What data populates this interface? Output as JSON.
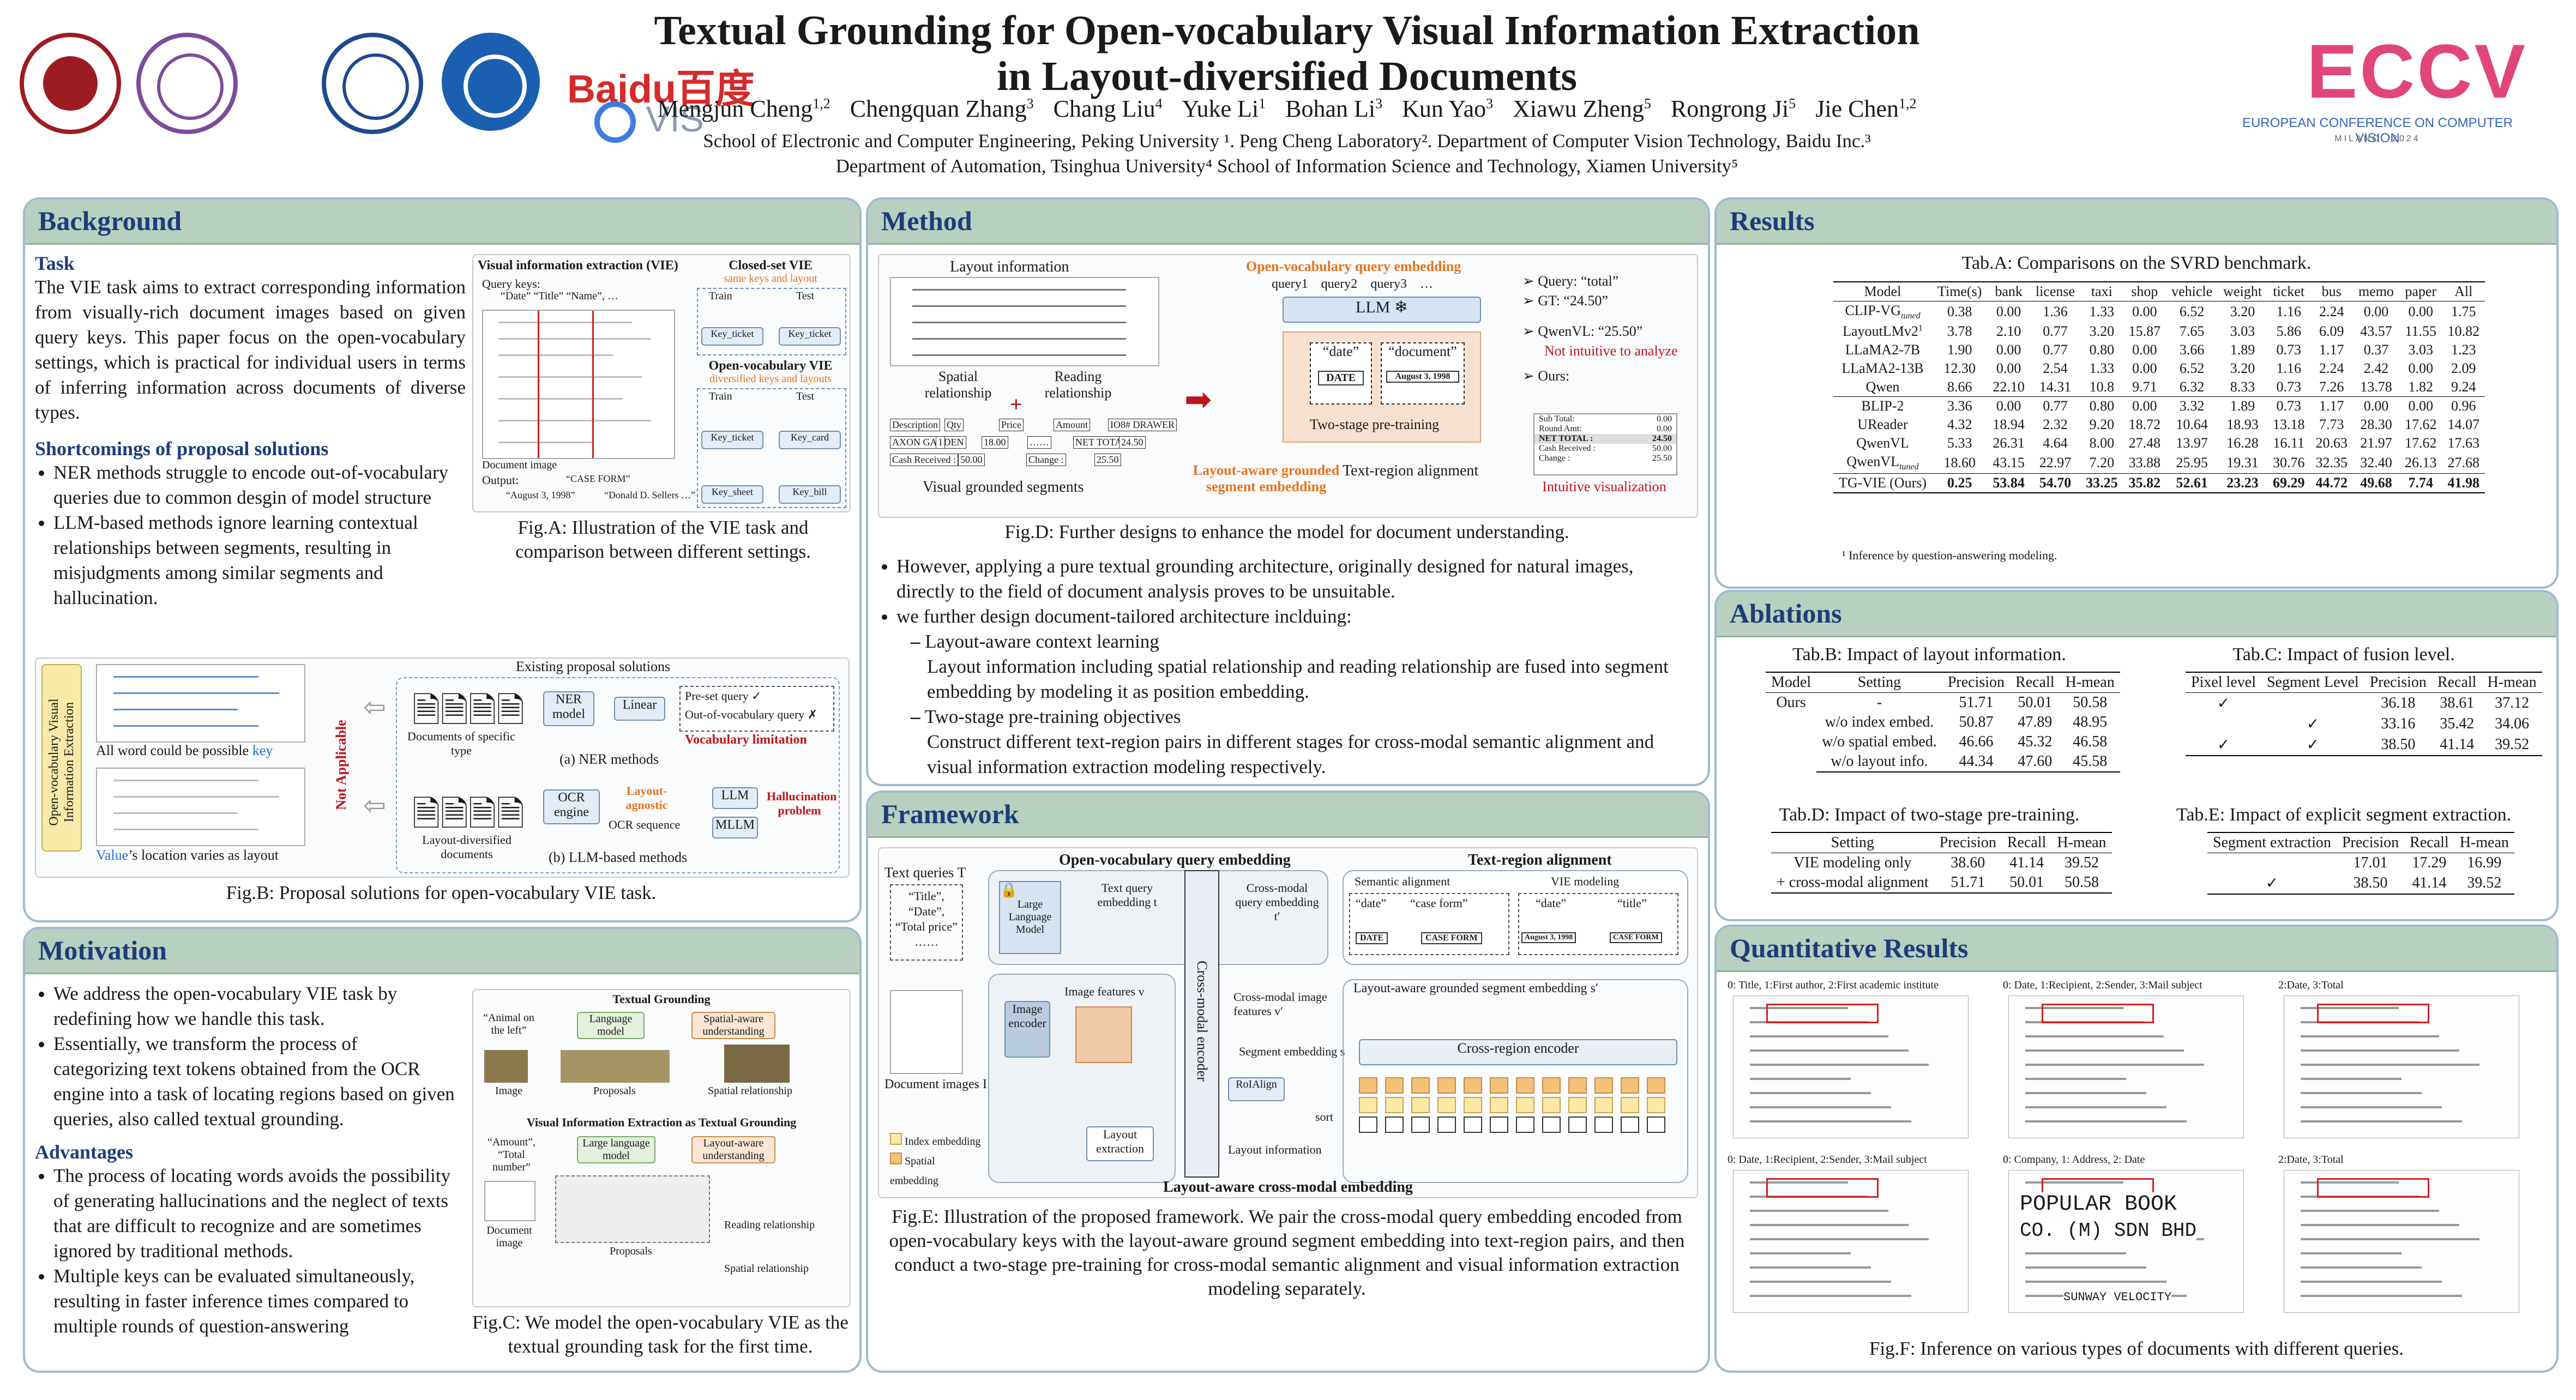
{
  "header": {
    "title_line1": "Textual Grounding for Open-vocabulary Visual Information Extraction",
    "title_line2": "in Layout-diversified Documents",
    "authors": [
      {
        "name": "Mengjun Cheng",
        "sup": "1,2"
      },
      {
        "name": "Chengquan Zhang",
        "sup": "3"
      },
      {
        "name": "Chang Liu",
        "sup": "4"
      },
      {
        "name": "Yuke Li",
        "sup": "1"
      },
      {
        "name": "Bohan Li",
        "sup": "3"
      },
      {
        "name": "Kun Yao",
        "sup": "3"
      },
      {
        "name": "Xiawu Zheng",
        "sup": "5"
      },
      {
        "name": "Rongrong Ji",
        "sup": "5"
      },
      {
        "name": "Jie Chen",
        "sup": "1,2"
      }
    ],
    "affil_line1": "School of Electronic and Computer Engineering, Peking University ¹.     Peng Cheng Laboratory².     Department of Computer Vision Technology, Baidu Inc.³",
    "affil_line2": "Department of Automation, Tsinghua University⁴     School of Information Science and Technology, Xiamen University⁵",
    "logo_baidu": "Baidu百度",
    "logo_vis": "VIS",
    "eccv_name": "ECCV",
    "eccv_sub": "EUROPEAN CONFERENCE ON COMPUTER VISION",
    "eccv_city": "MILANO",
    "eccv_year": "2024"
  },
  "background": {
    "heading": "Background",
    "task_title": "Task",
    "task_text": "The VIE task aims to extract corresponding information from visually-rich document images based on given query keys. This paper focus on the open-vocabulary settings, which is practical for individual users in terms of inferring information across documents of diverse types.",
    "short_title": "Shortcomings of proposal solutions",
    "bullets": [
      "NER methods struggle to encode out-of-vocabulary queries due to common desgin of model structure",
      "LLM-based methods ignore learning contextual relationships between segments, resulting in misjudgments among similar segments and hallucination."
    ],
    "figA": {
      "vie_title": "Visual information extraction (VIE)",
      "query_keys": "Query keys:",
      "keys": "“Date”     “Title”   “Name”, …",
      "doc_label": "Document image",
      "output": "Output:",
      "out1": "“CASE FORM”",
      "out2": "“August 3, 1998”",
      "out3": "“Donald D. Sellers …”",
      "closed_title": "Closed-set VIE",
      "closed_sub": "same keys and layout",
      "open_title": "Open-vocabulary VIE",
      "open_sub": "diversified keys and layouts",
      "train": "Train",
      "test": "Test",
      "k1": "Key_ticket",
      "k2": "Key_ticket",
      "k3": "Key_ticket",
      "k4": "Key_card",
      "k5": "Key_sheet",
      "k6": "Key_bill",
      "caption": "Fig.A: Illustration of the VIE task and comparison between different settings."
    },
    "figB": {
      "side_label": "Open-vocabulary Visual Information Extraction",
      "word_key_a": "All word could be possible ",
      "word_key_b": "key",
      "value_loc_a": "Value",
      "value_loc_b": "’s location varies as layout",
      "not_applicable": "Not Applicable",
      "existing": "Existing proposal solutions",
      "docs_specific": "Documents of specific type",
      "ner_model": "NER model",
      "linear": "Linear",
      "preset": "Pre-set query",
      "oov": "Out-of-vocabulary query",
      "vocab_limit": "Vocabulary limitation",
      "ner_methods": "(a) NER methods",
      "ocr_engine": "OCR engine",
      "layout_agnostic": "Layout-agnostic",
      "ocr_seq": "OCR sequence",
      "llm": "LLM",
      "mllm": "MLLM",
      "halluc": "Hallucination problem",
      "layout_docs": "Layout-diversified documents",
      "llm_methods": "(b) LLM-based methods",
      "caption": "Fig.B: Proposal solutions for open-vocabulary VIE task."
    }
  },
  "motivation": {
    "heading": "Motivation",
    "bullets": [
      "We address the open-vocabulary VIE task by redefining how we handle this task.",
      "Essentially, we transform the process of categorizing text tokens obtained from the OCR engine into a task of locating regions based on given queries, also called textual grounding."
    ],
    "adv_title": "Advantages",
    "adv_bullets": [
      "The process of locating words avoids the possibility of generating hallucinations and the neglect of texts that are difficult to recognize and are sometimes ignored by traditional methods.",
      "Multiple keys can be evaluated simultaneously, resulting in faster inference times compared to multiple rounds of question-answering"
    ],
    "figC": {
      "tg_title": "Textual Grounding",
      "animal": "“Animal on the left”",
      "lang_model": "Language model",
      "spatial_aware": "Spatial-aware understanding",
      "image": "Image",
      "proposals": "Proposals",
      "spatial_rel": "Spatial relationship",
      "vie_tg_title": "Visual Information Extraction as Textual Grounding",
      "amount": "“Amount”, “Total number”",
      "llm": "Large language model",
      "layout_aware": "Layout-aware understanding",
      "doc_image": "Document image",
      "proposals2": "Proposals",
      "reading_rel": "Reading relationship",
      "spatial_rel2": "Spatial relationship",
      "caption": "Fig.C: We model the open-vocabulary VIE as the textual grounding task for the first time."
    }
  },
  "method": {
    "heading": "Method",
    "figD": {
      "layout_info": "Layout information",
      "spatial_rel": "Spatial relationship",
      "reading_rel": "Reading relationship",
      "visual_segments": "Visual grounded segments",
      "oq_emb": "Open-vocabulary query embedding",
      "queries": [
        "query1",
        "query2",
        "query3",
        "…"
      ],
      "llm": "LLM",
      "date_q": "“date”",
      "doc_q": "“document”",
      "date_tag": "DATE",
      "date_val": "August 3, 1998",
      "layout_aware": "Layout-aware grounded segment embedding",
      "two_stage": "Two-stage pre-training",
      "text_align": "Text-region alignment",
      "q_total": "Query: “total”",
      "gt": "GT: “24.50”",
      "qwen": "QwenVL: “25.50”",
      "not_intuitive": "Not intuitive to analyze",
      "ours": "Ours:",
      "intuitive": "Intuitive visualization",
      "receipt_vals": [
        "Sub Total:",
        "Round Amt:",
        "NET TOTAL :",
        "Cash Received :",
        "Change :"
      ],
      "receipt_nums": [
        "0.00",
        "0.00",
        "24.50",
        "50.00",
        "25.50"
      ],
      "seg_cells": [
        "Description",
        "Qty",
        "Price",
        "Amount",
        "IO8# DRAWER",
        "AXON GARDEN",
        "1",
        "18.00",
        "……",
        "NET TOTAL :",
        "24.50",
        "Cash Received :",
        "50.00",
        "Change :",
        "25.50"
      ],
      "caption": "Fig.D: Further designs to enhance the model for document understanding."
    },
    "bullets": [
      "However, applying a pure textual grounding architecture, originally designed for natural images, directly to the field of document analysis proves to be unsuitable.",
      "we further design document-tailored architecture inclduing:"
    ],
    "sub_items": [
      {
        "title": "Layout-aware context learning",
        "text": "Layout information including spatial relationship and reading relationship are fused into segment embedding by modeling it as position embedding."
      },
      {
        "title": "Two-stage pre-training objectives",
        "text": "Construct different text-region pairs in different stages for cross-modal semantic alignment and visual information extraction modeling respectively."
      }
    ]
  },
  "framework": {
    "heading": "Framework",
    "figE": {
      "text_queries": "Text queries T",
      "q_list": [
        "“Title”,",
        "“Date”,",
        "“Total price”",
        "……"
      ],
      "oq_emb": "Open-vocabulary query embedding",
      "llm": "Large Language Model",
      "text_query_emb": "Text query embedding t",
      "cm_query_emb": "Cross-modal query embedding t′",
      "cm_encoder": "Cross-modal encoder",
      "text_region": "Text-region alignment",
      "sem_align": "Semantic alignment",
      "vie_model": "VIE modeling",
      "sem_q": [
        "“date”",
        "“case form”"
      ],
      "sem_r": [
        "DATE",
        "CASE FORM"
      ],
      "vie_q": [
        "“date”",
        "“title”"
      ],
      "vie_r": [
        "August 3, 1998",
        "CASE FORM"
      ],
      "doc_images": "Document images I",
      "image_features": "Image features v",
      "image_encoder": "Image encoder",
      "cm_image_features": "Cross-modal image features v′",
      "seg_emb": "Segment embedding s",
      "roialign": "RoIAlign",
      "sort": "sort",
      "layout_extraction": "Layout extraction",
      "layout_info": "Layout information",
      "la_seg_emb": "Layout-aware grounded segment embedding s′",
      "cross_region": "Cross-region encoder",
      "index_emb": "Index embedding",
      "spatial_emb": "Spatial embedding",
      "lacm": "Layout-aware cross-modal embedding",
      "caption": "Fig.E: Illustration of the proposed framework. We pair the cross-modal query embedding encoded from open-vocabulary keys with the layout-aware ground segment embedding into text-region pairs, and then conduct a two-stage pre-training for cross-modal semantic alignment and visual information extraction modeling separately."
    }
  },
  "results": {
    "heading": "Results",
    "tabA": {
      "caption": "Tab.A: Comparisons on the SVRD benchmark.",
      "columns": [
        "Model",
        "Time(s)",
        "bank",
        "license",
        "taxi",
        "shop",
        "vehicle",
        "weight",
        "ticket",
        "bus",
        "memo",
        "paper",
        "All"
      ],
      "group1": [
        [
          "CLIP-VG",
          "0.38",
          "0.00",
          "1.36",
          "1.33",
          "0.00",
          "6.52",
          "3.20",
          "1.16",
          "2.24",
          "0.00",
          "0.00",
          "1.75"
        ],
        [
          "LayoutLMv2",
          "3.78",
          "2.10",
          "0.77",
          "3.20",
          "15.87",
          "7.65",
          "3.03",
          "5.86",
          "6.09",
          "43.57",
          "11.55",
          "10.82"
        ],
        [
          "LLaMA2-7B",
          "1.90",
          "0.00",
          "0.77",
          "0.80",
          "0.00",
          "3.66",
          "1.89",
          "0.73",
          "1.17",
          "0.37",
          "3.03",
          "1.23"
        ],
        [
          "LLaMA2-13B",
          "12.30",
          "0.00",
          "2.54",
          "1.33",
          "0.00",
          "6.52",
          "3.20",
          "1.16",
          "2.24",
          "2.42",
          "0.00",
          "2.09"
        ],
        [
          "Qwen",
          "8.66",
          "22.10",
          "14.31",
          "10.8",
          "9.71",
          "6.32",
          "8.33",
          "0.73",
          "7.26",
          "13.78",
          "1.82",
          "9.24"
        ]
      ],
      "group2": [
        [
          "BLIP-2",
          "3.36",
          "0.00",
          "0.77",
          "0.80",
          "0.00",
          "3.32",
          "1.89",
          "0.73",
          "1.17",
          "0.00",
          "0.00",
          "0.96"
        ],
        [
          "UReader",
          "4.32",
          "18.94",
          "2.32",
          "9.20",
          "18.72",
          "10.64",
          "18.93",
          "13.18",
          "7.73",
          "28.30",
          "17.62",
          "14.07"
        ],
        [
          "QwenVL",
          "5.33",
          "26.31",
          "4.64",
          "8.00",
          "27.48",
          "13.97",
          "16.28",
          "16.11",
          "20.63",
          "21.97",
          "17.62",
          "17.63"
        ],
        [
          "QwenVL",
          "18.60",
          "43.15",
          "22.97",
          "7.20",
          "33.88",
          "25.95",
          "19.31",
          "30.76",
          "32.35",
          "32.40",
          "26.13",
          "27.68"
        ]
      ],
      "ours": [
        "TG-VIE (Ours)",
        "0.25",
        "53.84",
        "54.70",
        "33.25",
        "35.82",
        "52.61",
        "23.23",
        "69.29",
        "44.72",
        "49.68",
        "7.74",
        "41.98"
      ],
      "tuned_sub": "tuned",
      "lmv2_sup": "1",
      "footnote": "¹ Inference by question-answering modeling."
    }
  },
  "ablations": {
    "heading": "Ablations",
    "tabB": {
      "caption": "Tab.B: Impact of layout information.",
      "columns": [
        "Model",
        "Setting",
        "Precision",
        "Recall",
        "H-mean"
      ],
      "model": "Ours",
      "rows": [
        [
          "-",
          "51.71",
          "50.01",
          "50.58"
        ],
        [
          "w/o index embed.",
          "50.87",
          "47.89",
          "48.95"
        ],
        [
          "w/o spatial embed.",
          "46.66",
          "45.32",
          "46.58"
        ],
        [
          "w/o layout info.",
          "44.34",
          "47.60",
          "45.58"
        ]
      ]
    },
    "tabC": {
      "caption": "Tab.C: Impact of fusion level.",
      "columns": [
        "Pixel level",
        "Segment Level",
        "Precision",
        "Recall",
        "H-mean"
      ],
      "rows": [
        [
          "✓",
          "",
          "36.18",
          "38.61",
          "37.12"
        ],
        [
          "",
          "✓",
          "33.16",
          "35.42",
          "34.06"
        ],
        [
          "✓",
          "✓",
          "38.50",
          "41.14",
          "39.52"
        ]
      ]
    },
    "tabD": {
      "caption": "Tab.D: Impact of two-stage pre-training.",
      "columns": [
        "Setting",
        "Precision",
        "Recall",
        "H-mean"
      ],
      "rows": [
        [
          "VIE modeling only",
          "38.60",
          "41.14",
          "39.52"
        ],
        [
          "+ cross-modal alignment",
          "51.71",
          "50.01",
          "50.58"
        ]
      ]
    },
    "tabE": {
      "caption": "Tab.E: Impact of explicit segment extraction.",
      "columns": [
        "Segment extraction",
        "Precision",
        "Recall",
        "H-mean"
      ],
      "rows": [
        [
          "",
          "17.01",
          "17.29",
          "16.99"
        ],
        [
          "✓",
          "38.50",
          "41.14",
          "39.52"
        ]
      ]
    }
  },
  "quantitative": {
    "heading": "Quantitative Results",
    "labels": [
      "0: Title, 1:First author, 2:First academic institute",
      "0: Date, 1:Recipient, 2:Sender, 3:Mail subject",
      "2:Date, 3:Total",
      "0: Date, 1:Recipient, 2:Sender, 3:Mail subject",
      "0: Company, 1: Address, 2: Date",
      "2:Date, 3:Total"
    ],
    "popular_book": "POPULAR BOOK",
    "popular_co": "CO. (M) SDN BHD",
    "sunway": "SUNWAY VELOCITY",
    "caption": "Fig.F: Inference on various types of documents with different queries."
  },
  "colors": {
    "panel_head": "#b7d0bf",
    "heading_text": "#1c3d7a",
    "panel_border": "#9dbbd0",
    "accent_red": "#c0141b",
    "accent_orange": "#e8731c"
  }
}
